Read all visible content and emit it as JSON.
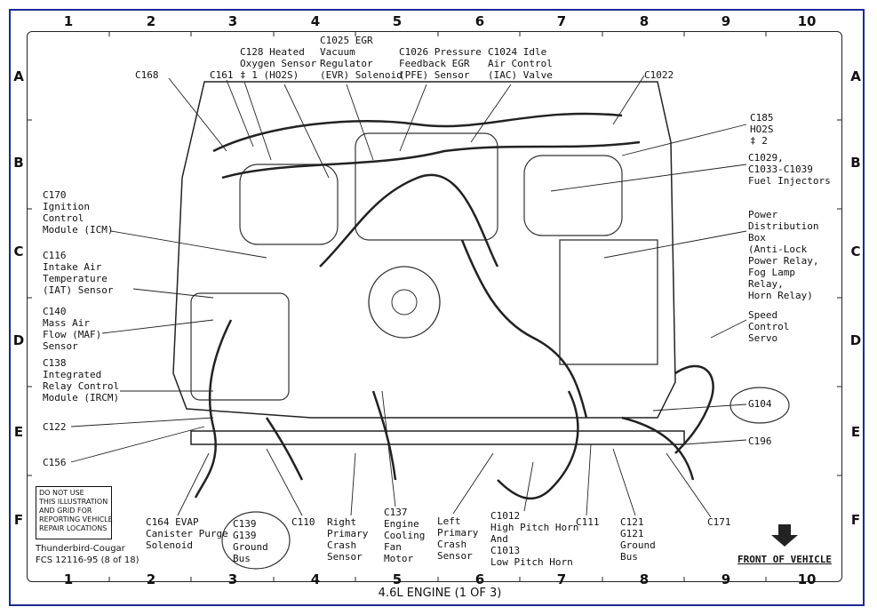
{
  "grid": {
    "columns": [
      "1",
      "2",
      "3",
      "4",
      "5",
      "6",
      "7",
      "8",
      "9",
      "10"
    ],
    "rows": [
      "A",
      "B",
      "C",
      "D",
      "E",
      "F"
    ]
  },
  "labels": {
    "c168": "C168",
    "c161": "C161",
    "c128": "C128 Heated\nOxygen Sensor\n‡ 1 (HO2S)",
    "c1025": "C1025 EGR\nVacuum\nRegulator\n(EVR) Solenoid",
    "c1026": "C1026 Pressure\nFeedback EGR\n(PFE) Sensor",
    "c1024": "C1024 Idle\nAir Control\n(IAC) Valve",
    "c1022": "C1022",
    "c185": "C185\nHO2S\n‡ 2",
    "c1029": "C1029,\nC1033-C1039\nFuel Injectors",
    "c170": "C170\nIgnition\nControl\nModule (ICM)",
    "c116": "C116\nIntake Air\nTemperature\n(IAT) Sensor",
    "pdb": "Power\nDistribution\nBox\n(Anti-Lock\nPower Relay,\nFog Lamp\nRelay,\nHorn Relay)",
    "c140": "C140\nMass Air\nFlow (MAF)\nSensor",
    "speed": "Speed\nControl\nServo",
    "c138": "C138\nIntegrated\nRelay Control\nModule (IRCM)",
    "g104": "G104",
    "c122": "C122",
    "c196": "C196",
    "c156": "C156",
    "c164": "C164 EVAP\nCanister Purge\nSolenoid",
    "c139": "C139\nG139\nGround\nBus",
    "c110": "C110",
    "right": "Right\nPrimary\nCrash\nSensor",
    "c137": "C137\nEngine\nCooling\nFan\nMotor",
    "left": "Left\nPrimary\nCrash\nSensor",
    "c1012": "C1012\nHigh Pitch Horn\nAnd\nC1013\nLow Pitch Horn",
    "c111": "C111",
    "c121": "C121\nG121\nGround\nBus",
    "c171": "C171"
  },
  "note": "DO NOT USE\nTHIS ILLUSTRATION\nAND GRID FOR\nREPORTING VEHICLE\nREPAIR LOCATIONS",
  "footer": {
    "model": "Thunderbird-Cougar",
    "fcs": "FCS 12116-95 (8 of 18)",
    "title": "4.6L ENGINE (1 OF 3)",
    "front": "FRONT OF VEHICLE"
  },
  "colors": {
    "border": "#1a2a9a",
    "ink": "#111111",
    "circle": "#333333"
  }
}
